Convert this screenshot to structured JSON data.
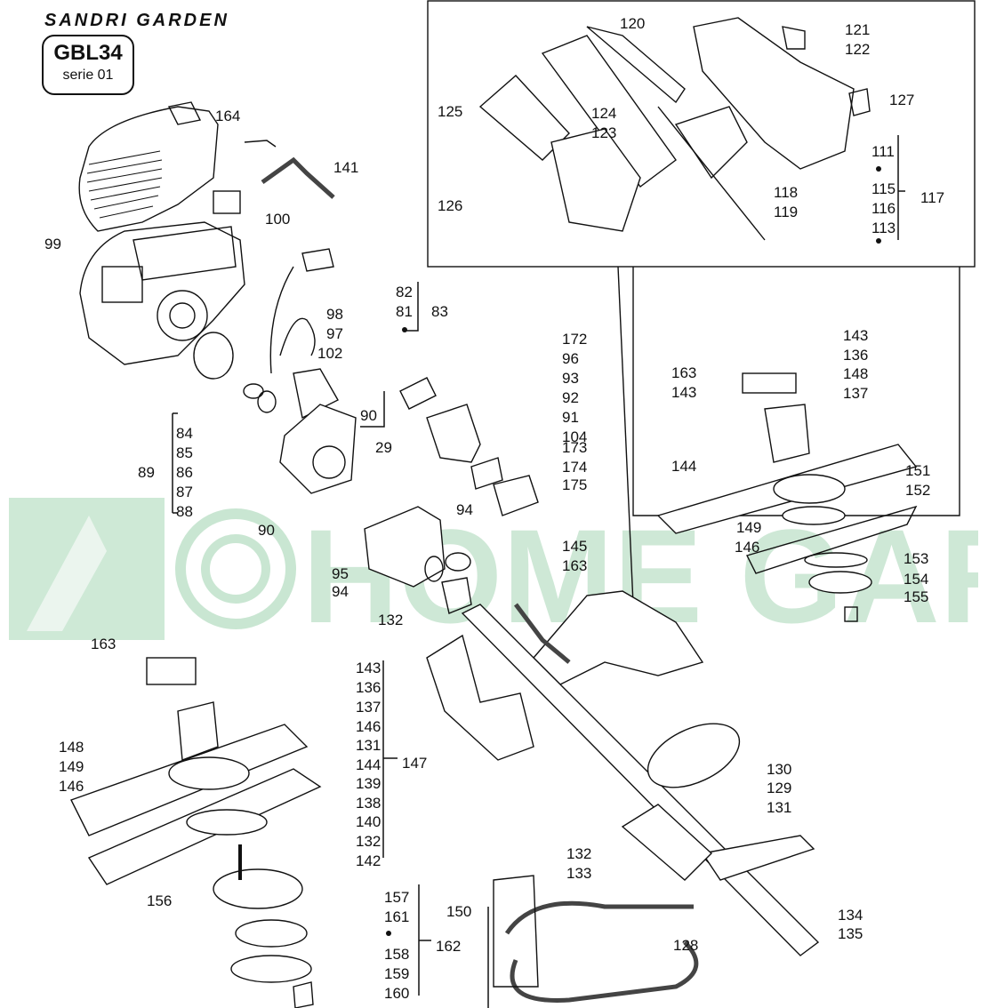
{
  "brand": "SANDRI GARDEN",
  "watermark": "HOME GARDEN",
  "model": "GBL34",
  "series": "serie 01",
  "labels": [
    {
      "id": "164",
      "text": "164"
    },
    {
      "id": "141",
      "text": "141"
    },
    {
      "id": "100",
      "text": "100"
    },
    {
      "id": "99",
      "text": "99"
    },
    {
      "id": "82",
      "text": "82"
    },
    {
      "id": "81",
      "text": "81"
    },
    {
      "id": "83",
      "text": "83"
    },
    {
      "id": "98",
      "text": "98"
    },
    {
      "id": "97",
      "text": "97"
    },
    {
      "id": "102",
      "text": "102"
    },
    {
      "id": "84",
      "text": "84"
    },
    {
      "id": "85",
      "text": "85"
    },
    {
      "id": "86",
      "text": "86"
    },
    {
      "id": "87",
      "text": "87"
    },
    {
      "id": "88",
      "text": "88"
    },
    {
      "id": "89",
      "text": "89"
    },
    {
      "id": "90a",
      "text": "90"
    },
    {
      "id": "29",
      "text": "29"
    },
    {
      "id": "90b",
      "text": "90"
    },
    {
      "id": "172",
      "text": "172"
    },
    {
      "id": "96",
      "text": "96"
    },
    {
      "id": "93",
      "text": "93"
    },
    {
      "id": "92",
      "text": "92"
    },
    {
      "id": "91",
      "text": "91"
    },
    {
      "id": "104",
      "text": "104"
    },
    {
      "id": "173",
      "text": "173"
    },
    {
      "id": "174",
      "text": "174"
    },
    {
      "id": "175",
      "text": "175"
    },
    {
      "id": "94a",
      "text": "94"
    },
    {
      "id": "95",
      "text": "95"
    },
    {
      "id": "94b",
      "text": "94"
    },
    {
      "id": "145",
      "text": "145"
    },
    {
      "id": "163a",
      "text": "163"
    },
    {
      "id": "132a",
      "text": "132"
    },
    {
      "id": "120",
      "text": "120"
    },
    {
      "id": "121",
      "text": "121"
    },
    {
      "id": "122",
      "text": "122"
    },
    {
      "id": "125",
      "text": "125"
    },
    {
      "id": "124",
      "text": "124"
    },
    {
      "id": "123",
      "text": "123"
    },
    {
      "id": "127",
      "text": "127"
    },
    {
      "id": "111",
      "text": "111"
    },
    {
      "id": "115",
      "text": "115"
    },
    {
      "id": "117",
      "text": "117"
    },
    {
      "id": "118",
      "text": "118"
    },
    {
      "id": "116",
      "text": "116"
    },
    {
      "id": "126",
      "text": "126"
    },
    {
      "id": "119",
      "text": "119"
    },
    {
      "id": "113",
      "text": "113"
    },
    {
      "id": "143a",
      "text": "143"
    },
    {
      "id": "136a",
      "text": "136"
    },
    {
      "id": "163b",
      "text": "163"
    },
    {
      "id": "148a",
      "text": "148"
    },
    {
      "id": "143b",
      "text": "143"
    },
    {
      "id": "137a",
      "text": "137"
    },
    {
      "id": "144a",
      "text": "144"
    },
    {
      "id": "151",
      "text": "151"
    },
    {
      "id": "152",
      "text": "152"
    },
    {
      "id": "149a",
      "text": "149"
    },
    {
      "id": "146a",
      "text": "146"
    },
    {
      "id": "153",
      "text": "153"
    },
    {
      "id": "154",
      "text": "154"
    },
    {
      "id": "155",
      "text": "155"
    },
    {
      "id": "163c",
      "text": "163"
    },
    {
      "id": "143c",
      "text": "143"
    },
    {
      "id": "136b",
      "text": "136"
    },
    {
      "id": "137b",
      "text": "137"
    },
    {
      "id": "146b",
      "text": "146"
    },
    {
      "id": "148b",
      "text": "148"
    },
    {
      "id": "131a",
      "text": "131"
    },
    {
      "id": "149b",
      "text": "149"
    },
    {
      "id": "144b",
      "text": "144"
    },
    {
      "id": "147",
      "text": "147"
    },
    {
      "id": "146c",
      "text": "146"
    },
    {
      "id": "139",
      "text": "139"
    },
    {
      "id": "138",
      "text": "138"
    },
    {
      "id": "140",
      "text": "140"
    },
    {
      "id": "132b",
      "text": "132"
    },
    {
      "id": "142",
      "text": "142"
    },
    {
      "id": "156",
      "text": "156"
    },
    {
      "id": "157",
      "text": "157"
    },
    {
      "id": "161",
      "text": "161"
    },
    {
      "id": "162",
      "text": "162"
    },
    {
      "id": "158",
      "text": "158"
    },
    {
      "id": "159",
      "text": "159"
    },
    {
      "id": "160",
      "text": "160"
    },
    {
      "id": "130",
      "text": "130"
    },
    {
      "id": "129",
      "text": "129"
    },
    {
      "id": "131b",
      "text": "131"
    },
    {
      "id": "132c",
      "text": "132"
    },
    {
      "id": "133",
      "text": "133"
    },
    {
      "id": "150",
      "text": "150"
    },
    {
      "id": "128",
      "text": "128"
    },
    {
      "id": "134",
      "text": "134"
    },
    {
      "id": "135",
      "text": "135"
    }
  ]
}
